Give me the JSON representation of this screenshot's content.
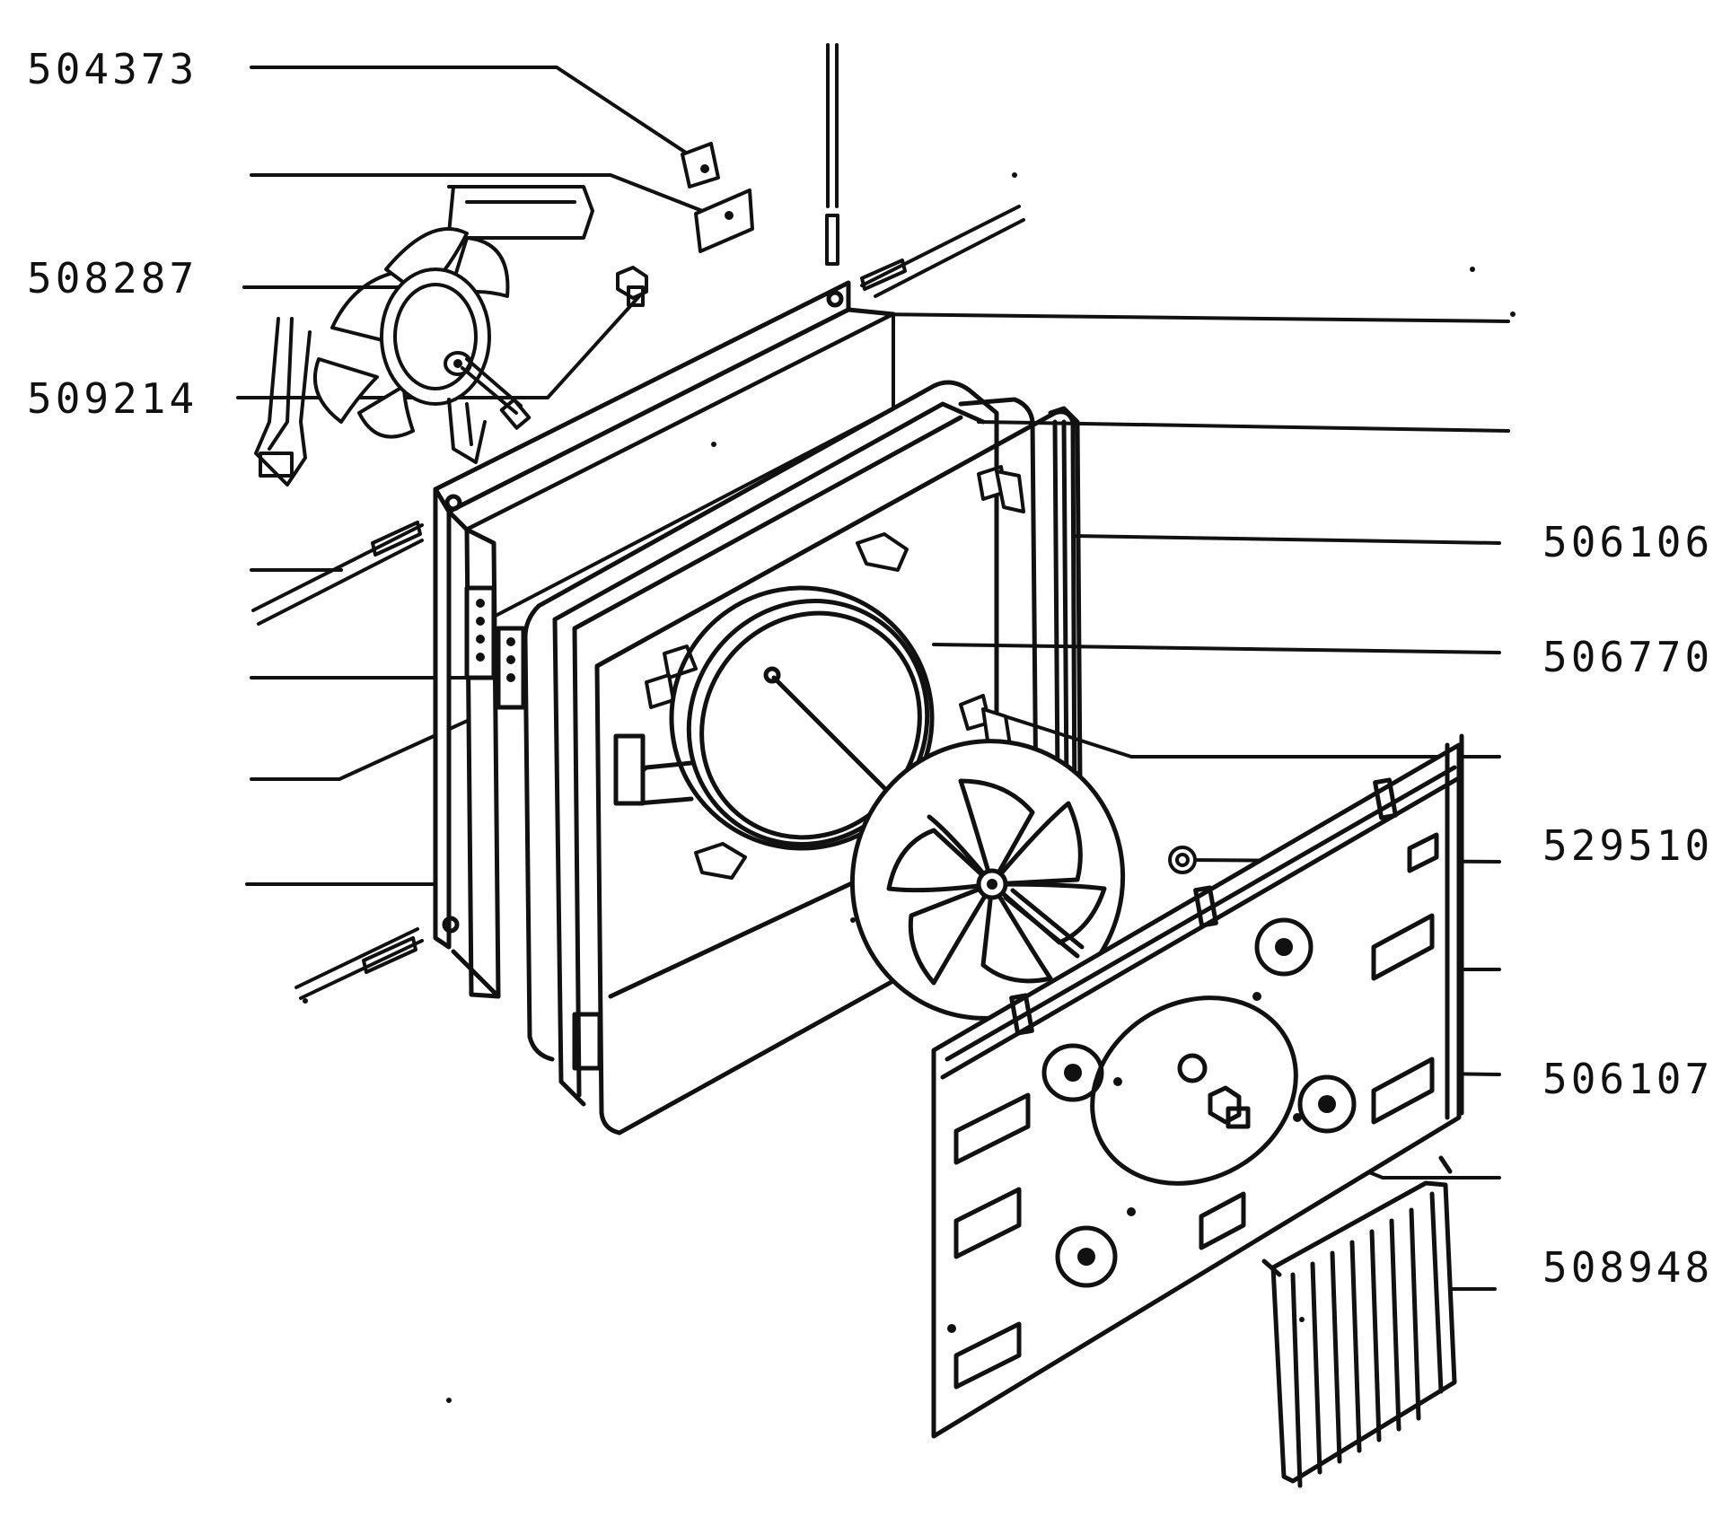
{
  "colors": {
    "ink": "#111111",
    "background": "#ffffff"
  },
  "labels": {
    "l504373": "504373",
    "l508287": "508287",
    "l509214": "509214",
    "l506106": "506106",
    "l506770": "506770",
    "l529510": "529510",
    "l506107": "506107",
    "l508948": "508948"
  }
}
